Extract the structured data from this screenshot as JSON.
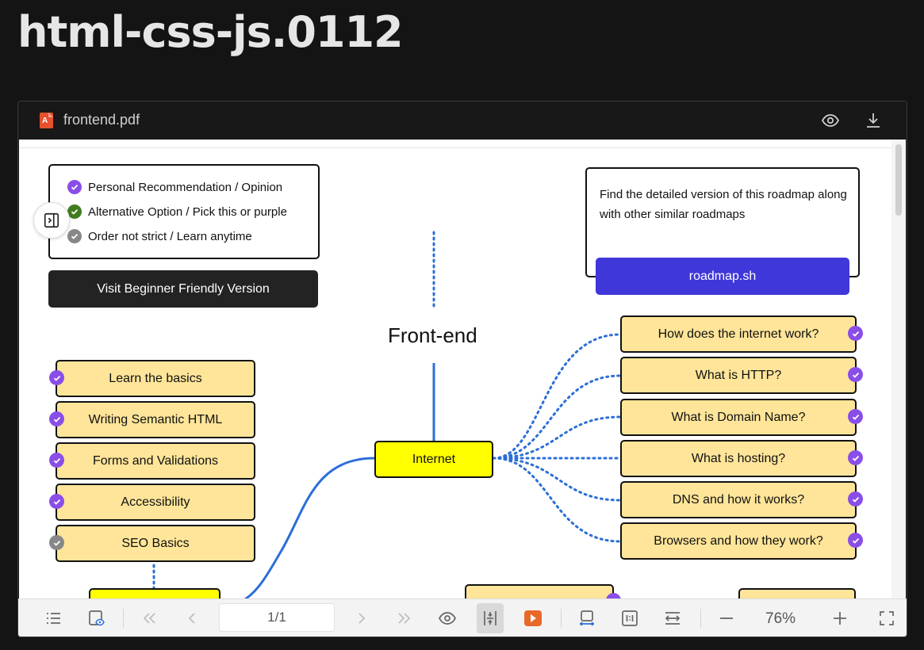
{
  "page": {
    "title": "html-css-js.0112"
  },
  "viewer": {
    "file_name": "frontend.pdf",
    "pdf_icon_text": "A"
  },
  "roadmap": {
    "legend": [
      {
        "label": "Personal Recommendation / Opinion",
        "color": "#8a4ee8"
      },
      {
        "label": "Alternative Option / Pick this or purple",
        "color": "#3f7d20"
      },
      {
        "label": "Order not strict / Learn anytime",
        "color": "#888888"
      }
    ],
    "beginner_button": "Visit Beginner Friendly Version",
    "roadmap_info": "Find the detailed version of this roadmap along with other similar roadmaps",
    "roadmap_button": "roadmap.sh",
    "title": "Front-end",
    "center_node": "Internet",
    "left_nodes": [
      {
        "label": "Learn the basics",
        "check": "purple"
      },
      {
        "label": "Writing Semantic HTML",
        "check": "purple"
      },
      {
        "label": "Forms and Validations",
        "check": "purple"
      },
      {
        "label": "Accessibility",
        "check": "purple"
      },
      {
        "label": "SEO Basics",
        "check": "gray"
      }
    ],
    "right_nodes": [
      {
        "label": "How does the internet work?",
        "check": "purple"
      },
      {
        "label": "What is HTTP?",
        "check": "purple"
      },
      {
        "label": "What is Domain Name?",
        "check": "purple"
      },
      {
        "label": "What is hosting?",
        "check": "purple"
      },
      {
        "label": "DNS and how it works?",
        "check": "purple"
      },
      {
        "label": "Browsers and how they work?",
        "check": "purple"
      }
    ],
    "colors": {
      "purple": "#8a4ee8",
      "green": "#3f7d20",
      "gray": "#888888",
      "node_fill": "#ffe599",
      "highlight": "#ffff00",
      "link_blue": "#2b6fd8",
      "accent_button": "#3f37d9"
    }
  },
  "toolbar": {
    "page_indicator": "1/1",
    "zoom": "76%",
    "play_color": "#e8682a",
    "icons": [
      "outline-icon",
      "annotation-view-icon",
      "first-page-icon",
      "prev-page-icon",
      "next-page-icon",
      "last-page-icon",
      "eye-icon",
      "fit-page-icon",
      "play-icon",
      "fit-width-icon",
      "actual-size-icon",
      "fit-horizontal-icon",
      "zoom-out-icon",
      "zoom-in-icon",
      "fullscreen-icon"
    ]
  }
}
